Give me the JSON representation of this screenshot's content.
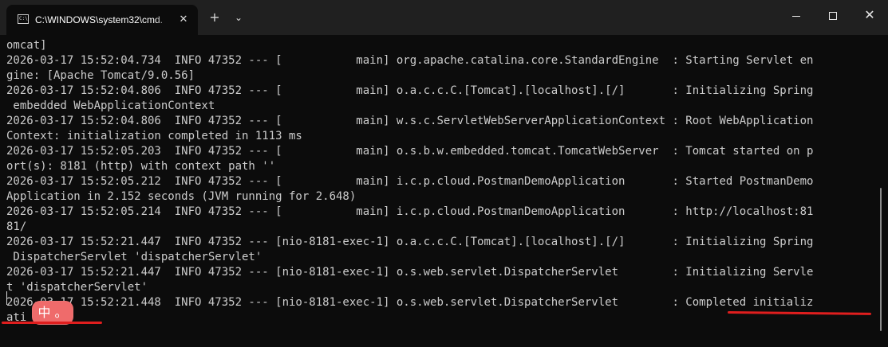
{
  "window": {
    "tab_title": "C:\\WINDOWS\\system32\\cmd.",
    "tab_icon_text": "C:\\",
    "tab_icon": "terminal-icon",
    "close_glyph": "✕",
    "new_tab_glyph": "+",
    "dropdown_glyph": "⌄",
    "window_close_glyph": "✕"
  },
  "terminal": {
    "lines": [
      "omcat]",
      "2026-03-17 15:52:04.734  INFO 47352 --- [           main] org.apache.catalina.core.StandardEngine  : Starting Servlet en",
      "gine: [Apache Tomcat/9.0.56]",
      "2026-03-17 15:52:04.806  INFO 47352 --- [           main] o.a.c.c.C.[Tomcat].[localhost].[/]       : Initializing Spring",
      " embedded WebApplicationContext",
      "2026-03-17 15:52:04.806  INFO 47352 --- [           main] w.s.c.ServletWebServerApplicationContext : Root WebApplication",
      "Context: initialization completed in 1113 ms",
      "2026-03-17 15:52:05.203  INFO 47352 --- [           main] o.s.b.w.embedded.tomcat.TomcatWebServer  : Tomcat started on p",
      "ort(s): 8181 (http) with context path ''",
      "2026-03-17 15:52:05.212  INFO 47352 --- [           main] i.c.p.cloud.PostmanDemoApplication       : Started PostmanDemo",
      "Application in 2.152 seconds (JVM running for 2.648)",
      "2026-03-17 15:52:05.214  INFO 47352 --- [           main] i.c.p.cloud.PostmanDemoApplication       : http://localhost:81",
      "81/",
      "2026-03-17 15:52:21.447  INFO 47352 --- [nio-8181-exec-1] o.a.c.c.C.[Tomcat].[localhost].[/]       : Initializing Spring",
      " DispatcherServlet 'dispatcherServlet'",
      "2026-03-17 15:52:21.447  INFO 47352 --- [nio-8181-exec-1] o.s.web.servlet.DispatcherServlet        : Initializing Servle",
      "t 'dispatcherServlet'",
      "2026-03-17 15:52:21.448  INFO 47352 --- [nio-8181-exec-1] o.s.web.servlet.DispatcherServlet        : Completed initializ",
      "ati     ms"
    ]
  },
  "ime": {
    "label": "中 。"
  },
  "colors": {
    "terminal_background": "#0c0c0c",
    "terminal_text": "#cccccc",
    "titlebar_background": "#202020",
    "ime_background": "#ef6b6b",
    "annotation_red": "#e01e1e"
  },
  "icons": {
    "tab_close": "close-icon",
    "new_tab": "plus-icon",
    "tab_dropdown": "chevron-down-icon",
    "minimize": "minimize-icon",
    "maximize": "maximize-icon",
    "close": "close-icon"
  }
}
